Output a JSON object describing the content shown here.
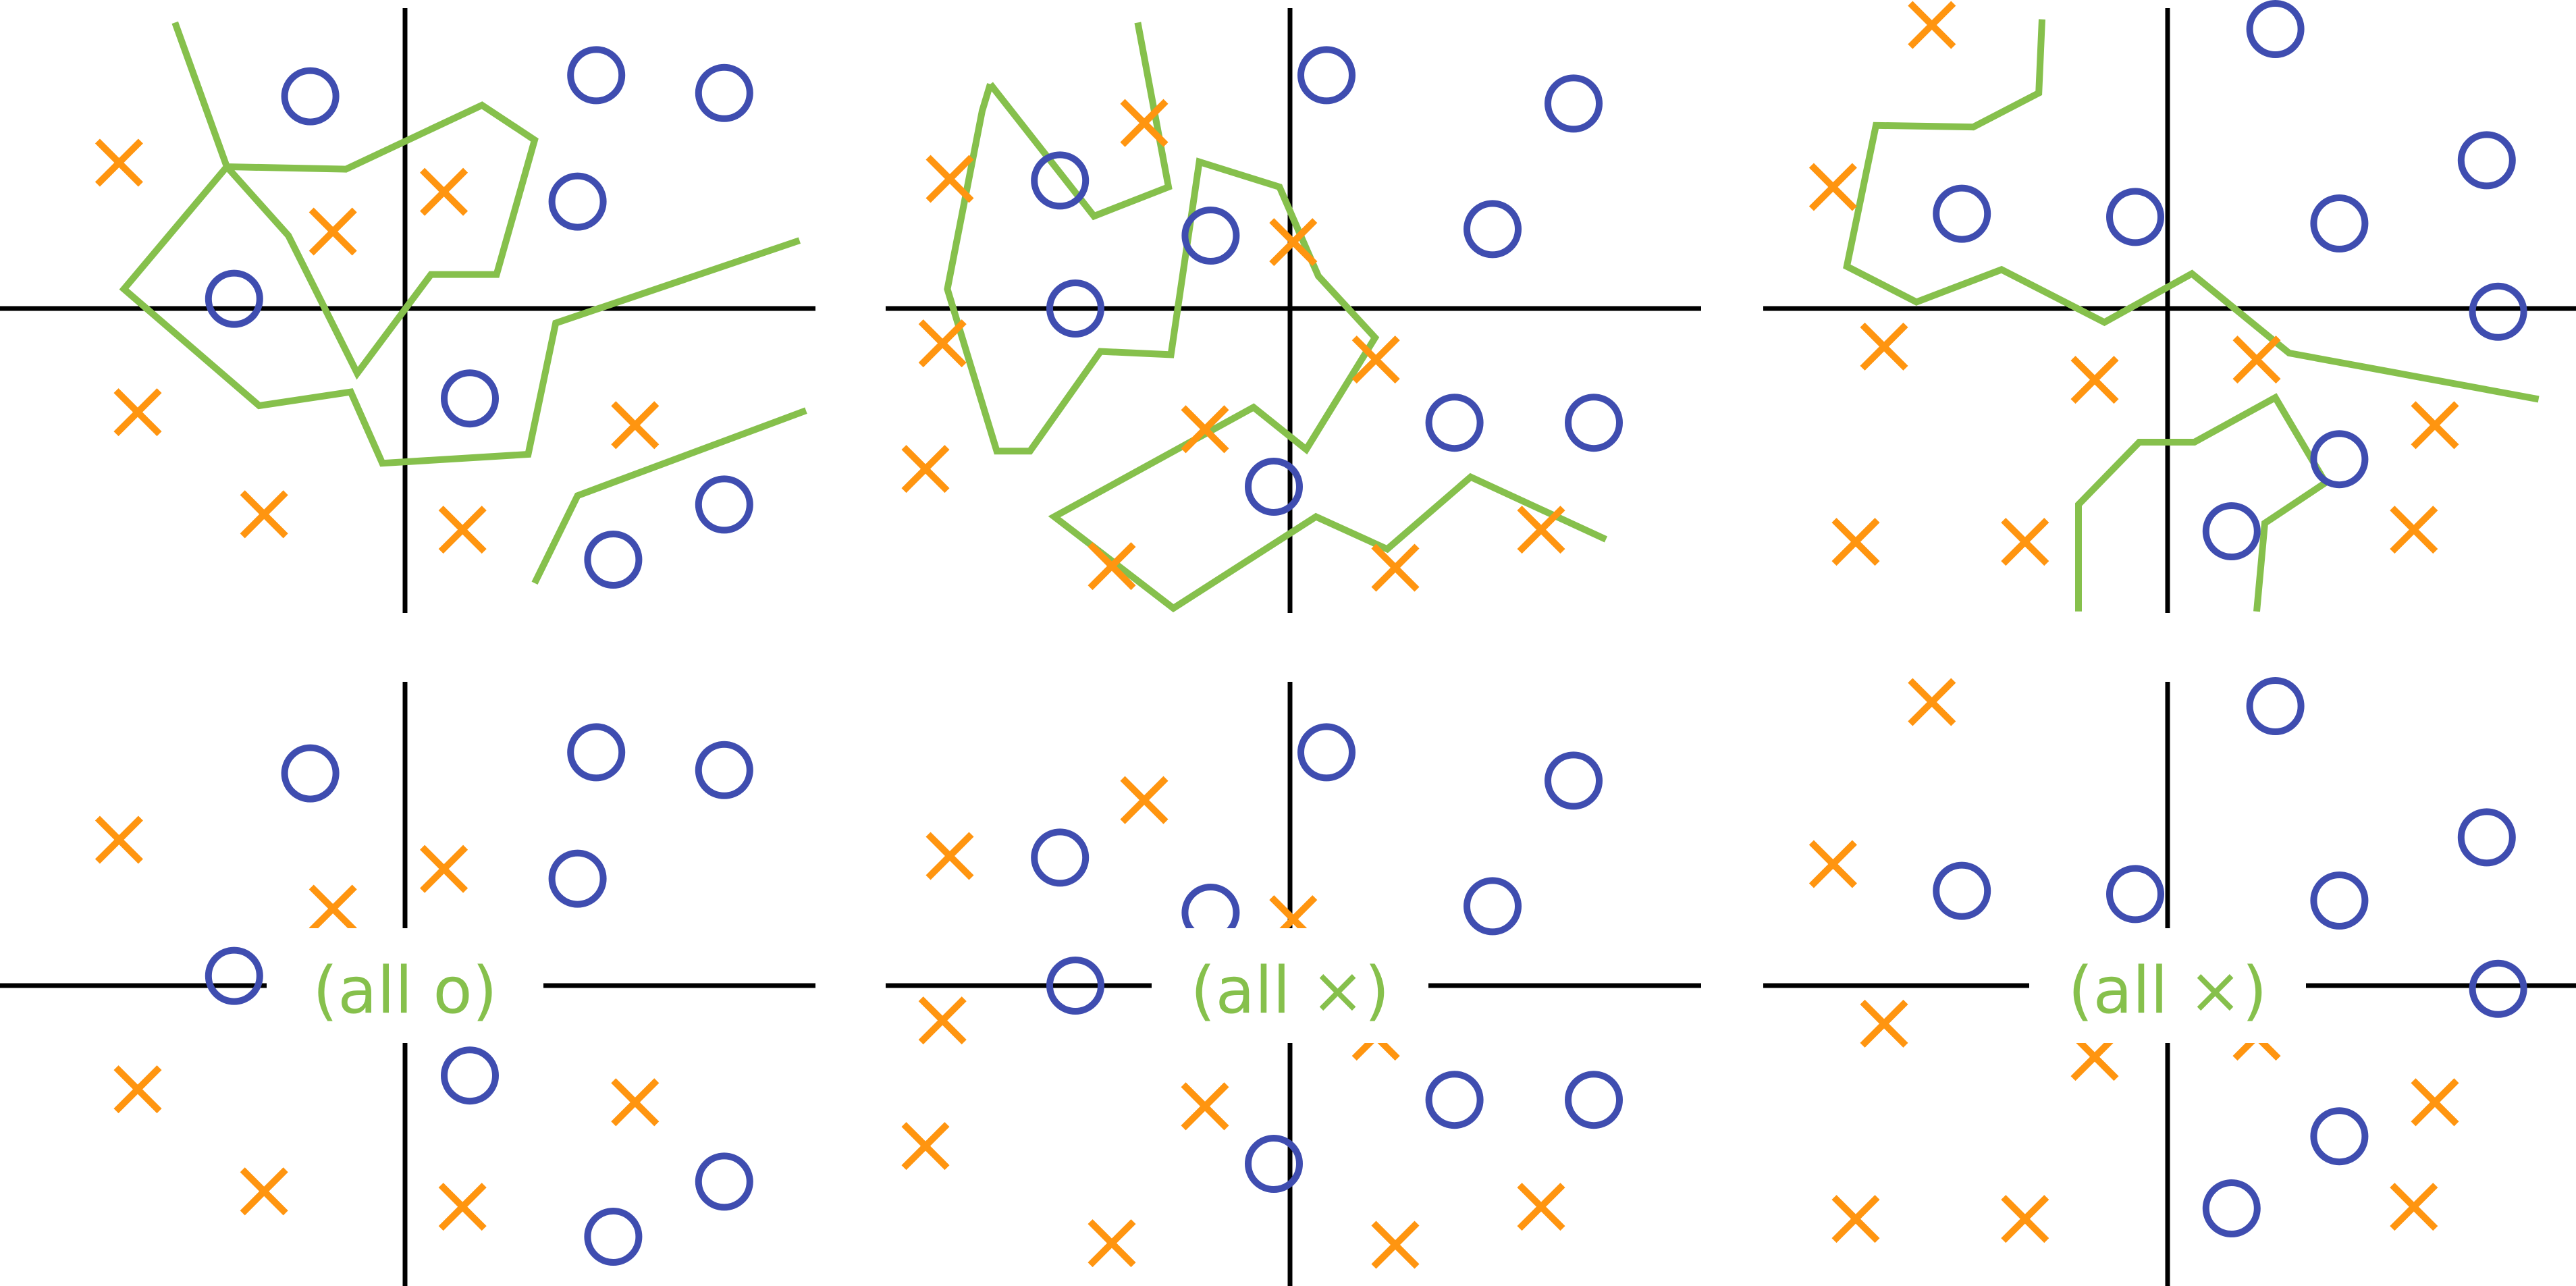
{
  "colors": {
    "background": "#ffffff",
    "axis": "#000000",
    "circle_marker": "#3f4db0",
    "cross_marker": "#ff9510",
    "boundary": "#86c04c",
    "caption": "#86c04c"
  },
  "marker_shapes": {
    "o": "circle",
    "x": "cross"
  },
  "layout_grid": {
    "rows": 2,
    "columns": 3,
    "top_row": "decision boundary drawn over points",
    "bottom_row": "no boundary, label shown at origin"
  },
  "panels": [
    {
      "id": "top-left",
      "row": 1,
      "col": 1,
      "boundary": true,
      "points": [
        {
          "m": "x",
          "x": -3.53,
          "y": 1.8
        },
        {
          "m": "o",
          "x": -1.17,
          "y": 2.62
        },
        {
          "m": "o",
          "x": 2.36,
          "y": 2.88
        },
        {
          "m": "o",
          "x": 3.94,
          "y": 2.66
        },
        {
          "m": "x",
          "x": -0.89,
          "y": 0.95
        },
        {
          "m": "x",
          "x": 0.48,
          "y": 1.44
        },
        {
          "m": "o",
          "x": 2.13,
          "y": 1.32
        },
        {
          "m": "o",
          "x": -2.11,
          "y": 0.12
        },
        {
          "m": "x",
          "x": -3.3,
          "y": -1.28
        },
        {
          "m": "o",
          "x": 0.8,
          "y": -1.11
        },
        {
          "m": "x",
          "x": 2.84,
          "y": -1.44
        },
        {
          "m": "x",
          "x": -1.74,
          "y": -2.54
        },
        {
          "m": "x",
          "x": 0.71,
          "y": -2.73
        },
        {
          "m": "o",
          "x": 3.94,
          "y": -2.42
        },
        {
          "m": "o",
          "x": 2.57,
          "y": -3.1
        }
      ]
    },
    {
      "id": "top-mid",
      "row": 1,
      "col": 2,
      "boundary": true,
      "points": [
        {
          "m": "x",
          "x": -1.8,
          "y": 2.29
        },
        {
          "m": "o",
          "x": 0.45,
          "y": 2.88
        },
        {
          "m": "o",
          "x": 3.5,
          "y": 2.53
        },
        {
          "m": "x",
          "x": -4.2,
          "y": 1.6
        },
        {
          "m": "o",
          "x": -2.84,
          "y": 1.58
        },
        {
          "m": "o",
          "x": -0.98,
          "y": 0.9
        },
        {
          "m": "x",
          "x": 0.04,
          "y": 0.82
        },
        {
          "m": "o",
          "x": 2.5,
          "y": 0.98
        },
        {
          "m": "o",
          "x": -2.65,
          "y": 0.0
        },
        {
          "m": "x",
          "x": -4.29,
          "y": -0.43
        },
        {
          "m": "x",
          "x": 1.06,
          "y": -0.63
        },
        {
          "m": "x",
          "x": -1.05,
          "y": -1.49
        },
        {
          "m": "o",
          "x": 2.03,
          "y": -1.41
        },
        {
          "m": "o",
          "x": 3.75,
          "y": -1.41
        },
        {
          "m": "x",
          "x": -4.5,
          "y": -1.98
        },
        {
          "m": "o",
          "x": -0.2,
          "y": -2.2
        },
        {
          "m": "x",
          "x": -2.2,
          "y": -3.18
        },
        {
          "m": "x",
          "x": 1.3,
          "y": -3.2
        },
        {
          "m": "x",
          "x": 3.1,
          "y": -2.73
        }
      ]
    },
    {
      "id": "top-right",
      "row": 1,
      "col": 3,
      "boundary": true,
      "points": [
        {
          "m": "x",
          "x": -2.91,
          "y": 3.5
        },
        {
          "m": "o",
          "x": 1.33,
          "y": 3.45
        },
        {
          "m": "x",
          "x": -4.13,
          "y": 1.5
        },
        {
          "m": "o",
          "x": -2.54,
          "y": 1.17
        },
        {
          "m": "o",
          "x": -0.4,
          "y": 1.13
        },
        {
          "m": "o",
          "x": 2.12,
          "y": 1.05
        },
        {
          "m": "o",
          "x": 3.94,
          "y": 1.83
        },
        {
          "m": "x",
          "x": -3.5,
          "y": -0.47
        },
        {
          "m": "x",
          "x": -0.9,
          "y": -0.88
        },
        {
          "m": "x",
          "x": 1.1,
          "y": -0.63
        },
        {
          "m": "o",
          "x": 4.08,
          "y": -0.04
        },
        {
          "m": "x",
          "x": 3.3,
          "y": -1.44
        },
        {
          "m": "o",
          "x": 2.12,
          "y": -1.86
        },
        {
          "m": "x",
          "x": -3.85,
          "y": -2.88
        },
        {
          "m": "x",
          "x": -1.76,
          "y": -2.88
        },
        {
          "m": "o",
          "x": 0.79,
          "y": -2.75
        },
        {
          "m": "x",
          "x": 3.04,
          "y": -2.73
        }
      ]
    },
    {
      "id": "bottom-left",
      "row": 2,
      "col": 1,
      "boundary": false,
      "caption": "(all o)",
      "same_points_as": "top-left"
    },
    {
      "id": "bottom-mid",
      "row": 2,
      "col": 2,
      "boundary": false,
      "caption": "(all ×)",
      "same_points_as": "top-mid"
    },
    {
      "id": "bottom-right",
      "row": 2,
      "col": 3,
      "boundary": false,
      "caption": "(all ×)",
      "same_points_as": "top-right"
    }
  ],
  "boundaries": {
    "top-left": [
      [
        [
          -2.84,
          3.53
        ],
        [
          -2.2,
          1.75
        ],
        [
          -0.73,
          1.72
        ],
        [
          0.95,
          2.51
        ],
        [
          1.6,
          2.08
        ],
        [
          1.13,
          0.42
        ],
        [
          0.32,
          0.42
        ],
        [
          -0.59,
          -0.8
        ],
        [
          -1.44,
          0.9
        ],
        [
          -2.2,
          1.75
        ],
        [
          -3.47,
          0.24
        ],
        [
          -1.8,
          -1.2
        ],
        [
          -0.67,
          -1.03
        ],
        [
          -0.28,
          -1.91
        ],
        [
          1.52,
          -1.8
        ],
        [
          1.86,
          -0.18
        ],
        [
          4.87,
          0.84
        ]
      ],
      [
        [
          1.6,
          -3.39
        ],
        [
          2.13,
          -2.31
        ],
        [
          4.95,
          -1.26
        ]
      ]
    ],
    "top-mid": [
      [
        [
          -3.7,
          2.77
        ],
        [
          -3.8,
          2.44
        ],
        [
          -4.23,
          0.24
        ],
        [
          -3.62,
          -1.76
        ],
        [
          -3.21,
          -1.76
        ],
        [
          -2.34,
          -0.53
        ],
        [
          -1.47,
          -0.57
        ],
        [
          -1.12,
          1.81
        ],
        [
          -0.13,
          1.5
        ],
        [
          0.35,
          0.4
        ],
        [
          1.05,
          -0.36
        ],
        [
          0.2,
          -1.74
        ],
        [
          -0.45,
          -1.22
        ],
        [
          -2.91,
          -2.57
        ],
        [
          -1.44,
          -3.7
        ],
        [
          0.32,
          -2.57
        ],
        [
          1.2,
          -2.97
        ],
        [
          2.23,
          -2.08
        ],
        [
          3.9,
          -2.85
        ]
      ],
      [
        [
          -3.7,
          2.77
        ],
        [
          -2.42,
          1.14
        ],
        [
          -1.5,
          1.5
        ],
        [
          -1.88,
          3.53
        ]
      ]
    ],
    "top-right": [
      [
        [
          -1.55,
          3.57
        ],
        [
          -1.59,
          2.66
        ],
        [
          -2.4,
          2.24
        ],
        [
          -3.6,
          2.26
        ],
        [
          -3.96,
          0.52
        ],
        [
          -3.1,
          0.08
        ],
        [
          -2.05,
          0.48
        ],
        [
          -0.78,
          -0.17
        ],
        [
          0.3,
          0.43
        ],
        [
          1.5,
          -0.55
        ],
        [
          4.58,
          -1.12
        ]
      ],
      [
        [
          -1.1,
          -3.74
        ],
        [
          -1.1,
          -2.42
        ],
        [
          -0.35,
          -1.65
        ],
        [
          0.33,
          -1.65
        ],
        [
          1.33,
          -1.1
        ],
        [
          1.95,
          -2.15
        ],
        [
          1.2,
          -2.65
        ],
        [
          1.1,
          -3.74
        ]
      ]
    ]
  }
}
